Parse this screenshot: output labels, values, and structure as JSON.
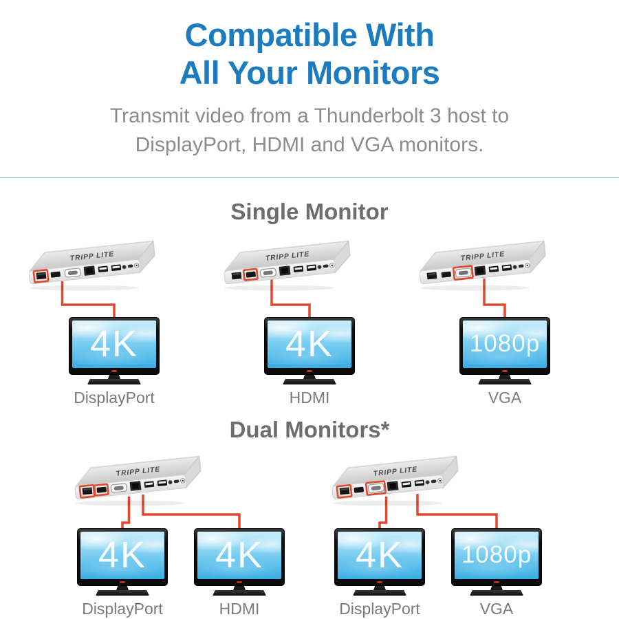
{
  "header": {
    "title_line1": "Compatible With",
    "title_line2": "All Your Monitors",
    "subtitle_line1": "Transmit video from a Thunderbolt 3 host to",
    "subtitle_line2": "DisplayPort, HDMI and VGA monitors."
  },
  "dock": {
    "brand": "TRIPP LITE"
  },
  "colors": {
    "title_blue": "#1c7cc0",
    "subtitle_gray": "#8c8c8c",
    "heading_gray": "#6d6d6d",
    "label_gray": "#7a7a7a",
    "cable_red": "#e0492e",
    "divider_blue": "#7da9c8",
    "screen_blue": "#38ade4",
    "resolution_text_white": "#ffffff"
  },
  "sections": [
    {
      "heading": "Single Monitor",
      "groups": [
        {
          "dock_highlighted_ports": [
            "displayport"
          ],
          "monitors": [
            {
              "resolution": "4K",
              "label": "DisplayPort"
            }
          ]
        },
        {
          "dock_highlighted_ports": [
            "hdmi"
          ],
          "monitors": [
            {
              "resolution": "4K",
              "label": "HDMI"
            }
          ]
        },
        {
          "dock_highlighted_ports": [
            "vga"
          ],
          "monitors": [
            {
              "resolution": "1080p",
              "label": "VGA"
            }
          ]
        }
      ]
    },
    {
      "heading": "Dual Monitors*",
      "groups": [
        {
          "dock_highlighted_ports": [
            "displayport",
            "hdmi"
          ],
          "monitors": [
            {
              "resolution": "4K",
              "label": "DisplayPort"
            },
            {
              "resolution": "4K",
              "label": "HDMI"
            }
          ]
        },
        {
          "dock_highlighted_ports": [
            "displayport",
            "vga"
          ],
          "monitors": [
            {
              "resolution": "4K",
              "label": "DisplayPort"
            },
            {
              "resolution": "1080p",
              "label": "VGA"
            }
          ]
        }
      ]
    }
  ]
}
